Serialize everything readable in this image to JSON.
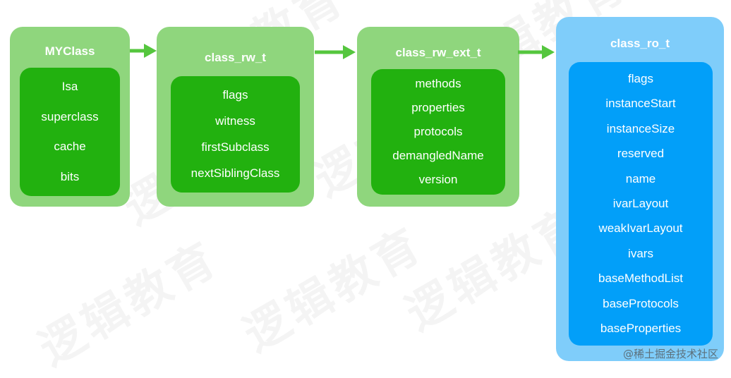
{
  "watermark": "逻辑教育",
  "credit": "@稀土掘金技术社区",
  "colors": {
    "green_outer": "#8fd67d",
    "green_inner": "#22b10f",
    "blue_outer": "#7fcdfa",
    "blue_inner": "#029ff9",
    "arrow": "#55c63e"
  },
  "boxes": [
    {
      "title": "MYClass",
      "fields": [
        "Isa",
        "superclass",
        "cache",
        "bits"
      ]
    },
    {
      "title": "class_rw_t",
      "fields": [
        "flags",
        "witness",
        "firstSubclass",
        "nextSiblingClass"
      ]
    },
    {
      "title": "class_rw_ext_t",
      "fields": [
        "methods",
        "properties",
        "protocols",
        "demangledName",
        "version"
      ]
    },
    {
      "title": "class_ro_t",
      "fields": [
        "flags",
        "instanceStart",
        "instanceSize",
        "reserved",
        "name",
        "ivarLayout",
        "weakIvarLayout",
        "ivars",
        "baseMethodList",
        "baseProtocols",
        "baseProperties"
      ]
    }
  ]
}
